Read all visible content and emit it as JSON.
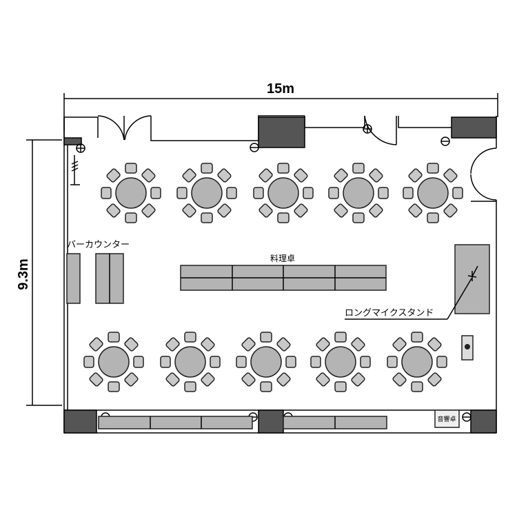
{
  "dimensions": {
    "width_label": "15m",
    "height_label": "9.3m"
  },
  "labels": {
    "bar_counter": "バーカウンター",
    "food_table": "料理卓",
    "mic_stand": "ロングマイクスタンド",
    "sound_table": "音響卓"
  },
  "furniture": {
    "round_table_rows": 2,
    "round_tables_per_row": 5,
    "chairs_per_table": 8
  },
  "colors": {
    "wall": "#555555",
    "table": "#b4b4b4",
    "chair": "#c8c8c8"
  }
}
